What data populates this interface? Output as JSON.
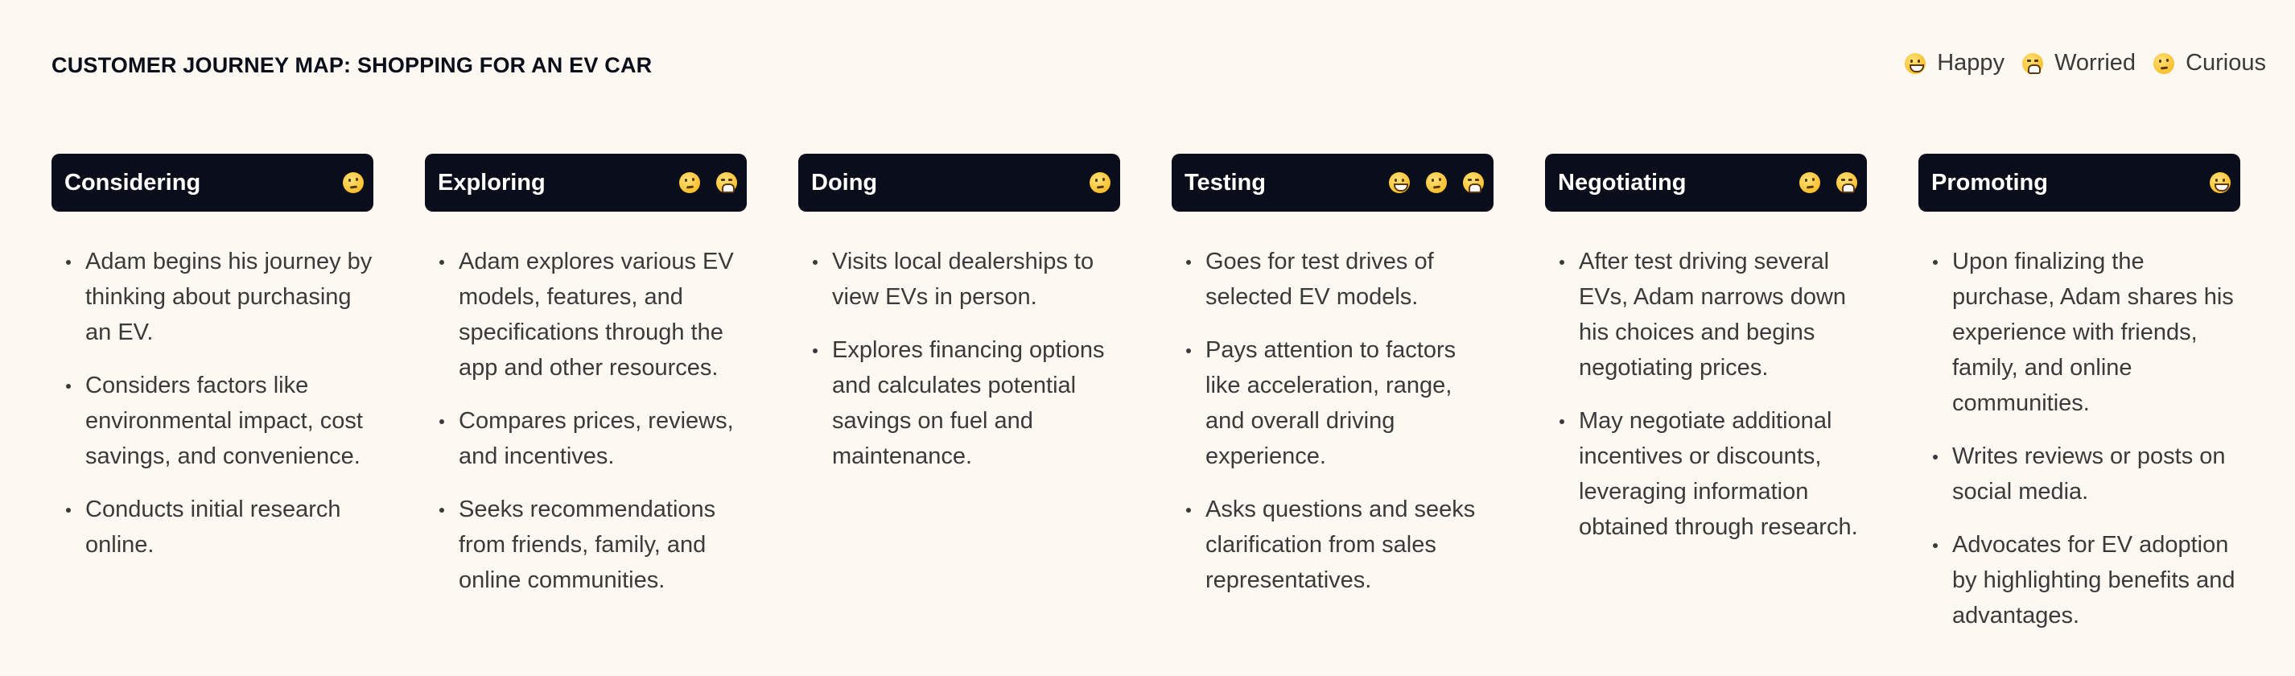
{
  "title": "CUSTOMER JOURNEY MAP: SHOPPING FOR AN EV CAR",
  "legend": [
    {
      "emoji": "happy",
      "label": "Happy"
    },
    {
      "emoji": "worried",
      "label": "Worried"
    },
    {
      "emoji": "curious",
      "label": "Curious"
    }
  ],
  "stages": [
    {
      "name": "Considering",
      "emotions": [
        "curious"
      ],
      "bullets": [
        "Adam begins his journey by thinking about purchasing an EV.",
        "Considers factors like environmental impact, cost savings, and convenience.",
        "Conducts initial research online."
      ]
    },
    {
      "name": "Exploring",
      "emotions": [
        "curious",
        "worried"
      ],
      "bullets": [
        "Adam explores various EV models, features, and specifications through the app and other resources.",
        "Compares prices, reviews, and incentives.",
        "Seeks recommendations from friends, family, and online communities."
      ]
    },
    {
      "name": "Doing",
      "emotions": [
        "curious"
      ],
      "bullets": [
        "Visits local dealerships to view EVs in person.",
        "Explores financing options and calculates potential savings on fuel and maintenance."
      ]
    },
    {
      "name": "Testing",
      "emotions": [
        "happy",
        "curious",
        "worried"
      ],
      "bullets": [
        "Goes for test drives of selected EV models.",
        "Pays attention to factors like acceleration, range, and overall driving experience.",
        "Asks questions and seeks clarification from sales representatives."
      ]
    },
    {
      "name": "Negotiating",
      "emotions": [
        "curious",
        "worried"
      ],
      "bullets": [
        "After test driving several EVs, Adam narrows down his choices and begins negotiating prices.",
        "May negotiate additional incentives or discounts, leveraging information obtained through research."
      ]
    },
    {
      "name": "Promoting",
      "emotions": [
        "happy"
      ],
      "bullets": [
        "Upon finalizing the purchase, Adam shares his experience with friends, family, and online communities.",
        "Writes reviews or posts on social media.",
        "Advocates for EV adoption by highlighting benefits and advantages."
      ]
    }
  ]
}
